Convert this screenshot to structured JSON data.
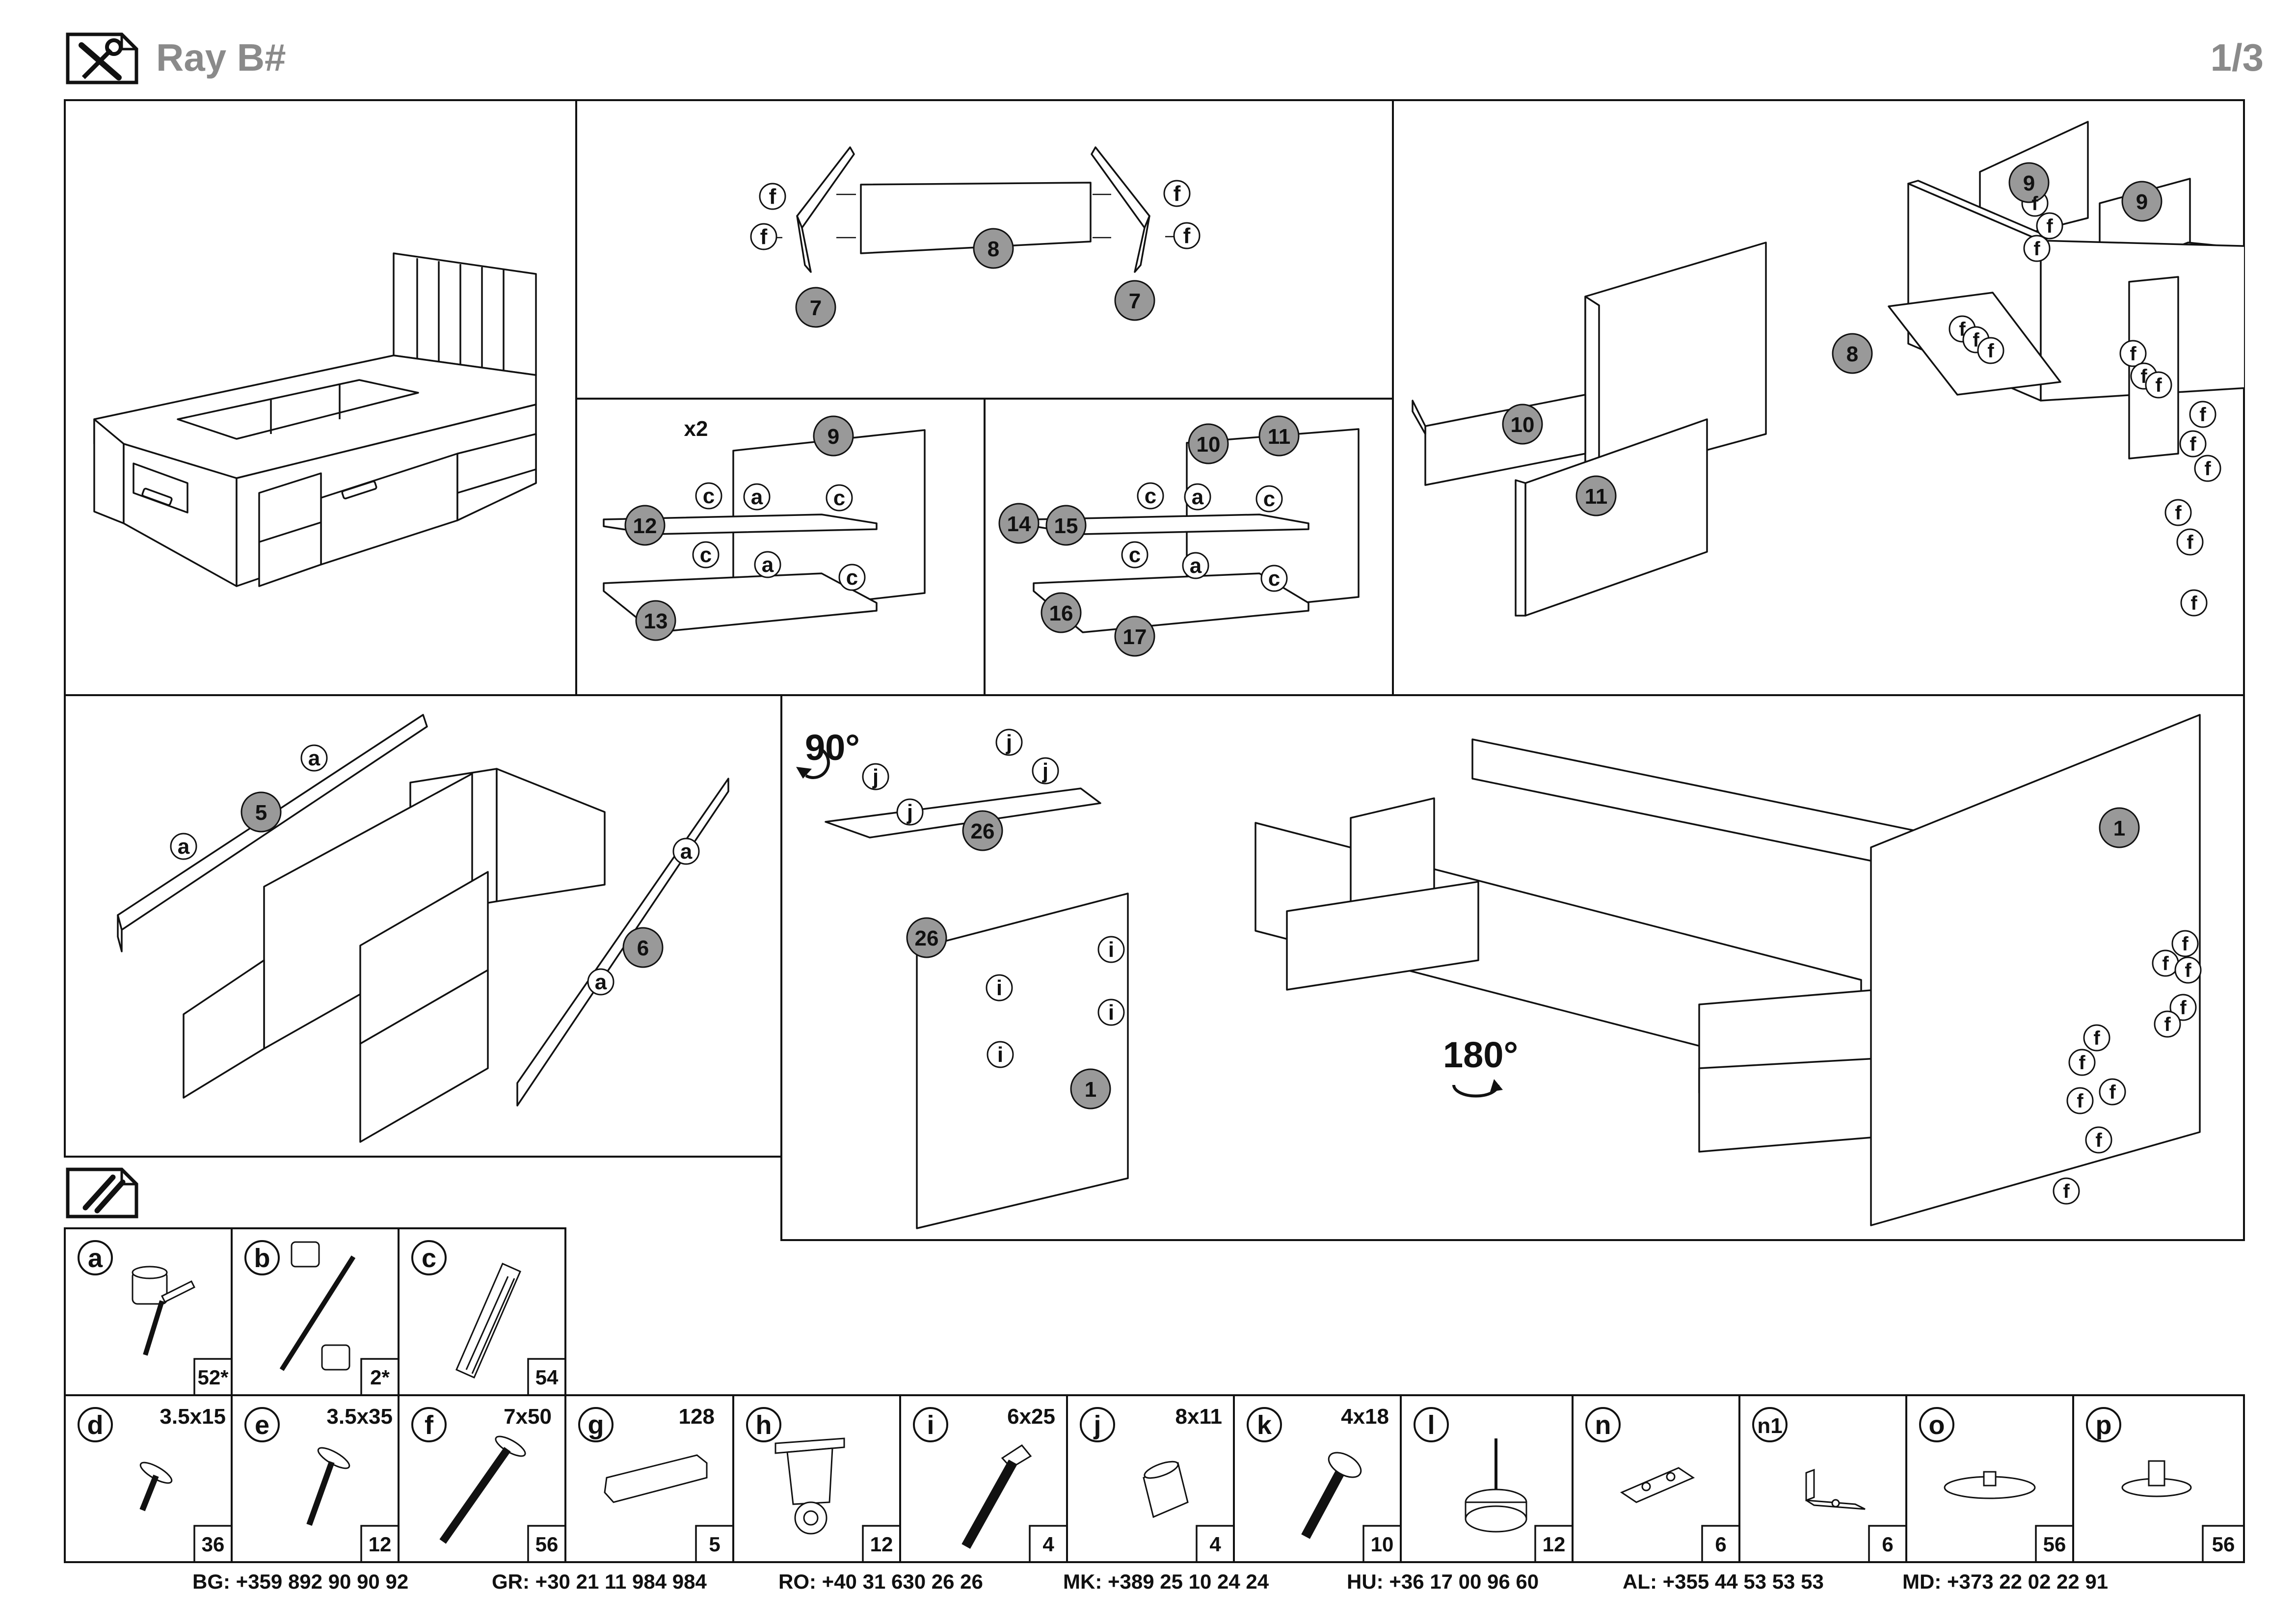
{
  "header": {
    "title": "Ray B#",
    "page": "1/3"
  },
  "steps": {
    "panel2": {
      "labels": [
        "f",
        "f",
        "f",
        "f"
      ],
      "parts": [
        "8",
        "7",
        "7"
      ]
    },
    "panel3": {
      "qty": "x2",
      "parts": [
        "9",
        "12",
        "13"
      ],
      "labels": [
        "c",
        "a",
        "c",
        "c",
        "a",
        "c"
      ]
    },
    "panel4": {
      "parts": [
        "10",
        "11",
        "14",
        "15",
        "16",
        "17"
      ],
      "labels": [
        "c",
        "a",
        "c",
        "c",
        "a",
        "c"
      ]
    },
    "panel5": {
      "parts": [
        "9",
        "9",
        "8",
        "10",
        "11"
      ],
      "label": "f"
    },
    "panel6": {
      "parts": [
        "5",
        "6"
      ],
      "label": "a"
    },
    "panel7": {
      "rot1": "90°",
      "rot2": "180°",
      "parts": [
        "26",
        "26",
        "1",
        "1"
      ],
      "labels": [
        "j",
        "i",
        "f"
      ]
    }
  },
  "hardware": [
    {
      "letter": "a",
      "size": "",
      "qty": "52*",
      "icon": "cam-lock-bolt-icon"
    },
    {
      "letter": "b",
      "size": "",
      "qty": "2*",
      "icon": "double-cam-bolt-icon"
    },
    {
      "letter": "c",
      "size": "",
      "qty": "54",
      "icon": "wood-dowel-icon"
    },
    {
      "letter": "d",
      "size": "3.5x15",
      "qty": "36",
      "icon": "short-screw-icon"
    },
    {
      "letter": "e",
      "size": "3.5x35",
      "qty": "12",
      "icon": "medium-screw-icon"
    },
    {
      "letter": "f",
      "size": "7x50",
      "qty": "56",
      "icon": "confirmat-screw-icon"
    },
    {
      "letter": "g",
      "size": "128",
      "qty": "5",
      "icon": "handle-icon"
    },
    {
      "letter": "h",
      "size": "",
      "qty": "12",
      "icon": "caster-wheel-icon"
    },
    {
      "letter": "i",
      "size": "6x25",
      "qty": "4",
      "icon": "bolt-icon"
    },
    {
      "letter": "j",
      "size": "8x11",
      "qty": "4",
      "icon": "insert-nut-icon"
    },
    {
      "letter": "k",
      "size": "4x18",
      "qty": "10",
      "icon": "pan-head-screw-icon"
    },
    {
      "letter": "l",
      "size": "",
      "qty": "12",
      "icon": "nail-glide-icon"
    },
    {
      "letter": "n",
      "size": "",
      "qty": "6",
      "icon": "flat-plate-icon"
    },
    {
      "letter": "n1",
      "size": "",
      "qty": "6",
      "icon": "angle-bracket-icon"
    },
    {
      "letter": "o",
      "size": "",
      "qty": "56",
      "icon": "cover-cap-icon"
    },
    {
      "letter": "p",
      "size": "",
      "qty": "56",
      "icon": "pin-cap-icon"
    }
  ],
  "contacts": [
    {
      "code": "BG:",
      "number": "+359 892 90 90 92"
    },
    {
      "code": "GR:",
      "number": "+30 21 11 984 984"
    },
    {
      "code": "RO:",
      "number": "+40 31 630 26 26"
    },
    {
      "code": "MK:",
      "number": "+389 25 10 24 24"
    },
    {
      "code": "HU:",
      "number": "+36 17 00 96 60"
    },
    {
      "code": "AL:",
      "number": "+355 44 53 53 53"
    },
    {
      "code": "MD:",
      "number": "+373 22 02 22 91"
    }
  ]
}
